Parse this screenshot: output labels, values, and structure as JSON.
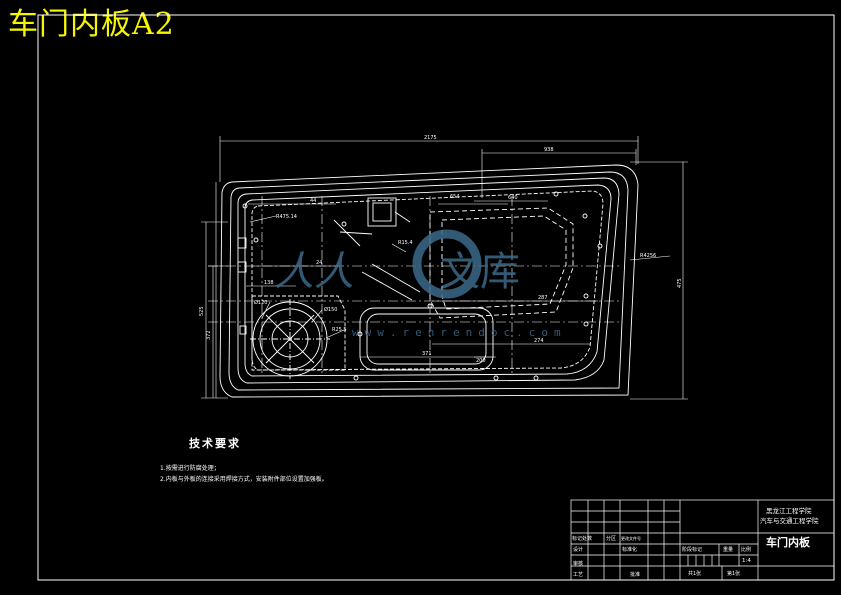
{
  "sheet_title": "车门内板A2",
  "dimensions": {
    "overall_width": "2175",
    "top_span": "938",
    "d_640": "640",
    "d_654": "654",
    "d_44": "44",
    "d_24": "24",
    "d_138": "138",
    "d_287": "287",
    "d_274": "274",
    "d_371": "371",
    "d_200": "200",
    "radius_large": "R4256",
    "radius_left": "R475.14",
    "radius_hole": "R15.4",
    "radius_small": "R25.5",
    "dia_hole": "Ø120",
    "dia_hole2": "Ø150",
    "height_left1": "525",
    "height_left2": "372",
    "height_right": "475"
  },
  "watermark": {
    "left_text": "人人",
    "right_text": "文库",
    "url": "www.renrendoc.com"
  },
  "notes": {
    "heading": "技术要求",
    "items": [
      "1.按需进行防腐处理；",
      "2.内板与外板的连接采用焊接方式，安装附件部位设置加强板。"
    ]
  },
  "title_block": {
    "institution_line1": "黑龙江工程学院",
    "institution_line2": "汽车与交通工程学院",
    "part_name": "车门内板",
    "col_stage": "阶段标记",
    "col_weight": "重量",
    "col_scale": "比例",
    "scale_value": "1:4",
    "sheet_total": "共1张",
    "sheet_num": "第1张",
    "mark_label": "标记处数",
    "zone_label": "分区",
    "doc_label": "更改文件号",
    "design_label": "设计",
    "std_label": "标准化",
    "review_label": "审核",
    "process_label": "工艺",
    "approve_label": "批准"
  }
}
